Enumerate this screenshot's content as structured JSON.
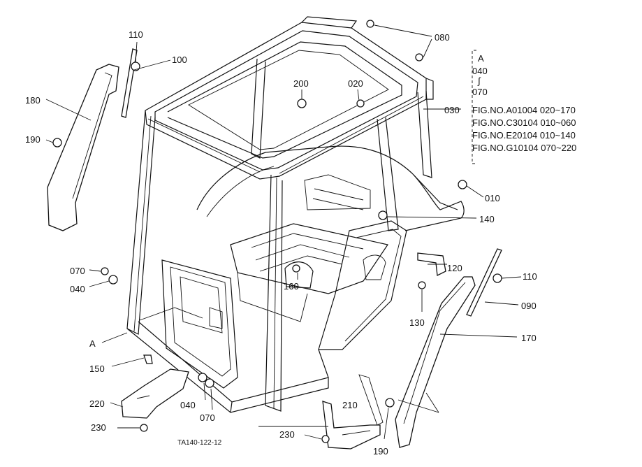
{
  "figure_code": "TA140-122-12",
  "ref_block": {
    "letter": "A",
    "start": "040",
    "tilde": "∫",
    "end": "070",
    "lead_label": "030",
    "lines": [
      "FIG.NO.A01004  020~170",
      "FIG.NO.C30104  010~060",
      "FIG.NO.E20104  010~140",
      "FIG.NO.G10104  070~220"
    ]
  },
  "callouts": {
    "c110_top": "110",
    "c100": "100",
    "c180": "180",
    "c190_left": "190",
    "c200": "200",
    "c020": "020",
    "c080": "080",
    "c010": "010",
    "c140": "140",
    "c120": "120",
    "c110_right": "110",
    "c090": "090",
    "c070_left": "070",
    "c040_left": "040",
    "c160": "160",
    "c130": "130",
    "c170": "170",
    "cA": "A",
    "c150": "150",
    "c220": "220",
    "c040_bottom": "040",
    "c070_bottom": "070",
    "c230_left": "230",
    "c210": "210",
    "c230_bottom": "230",
    "c190_bottom": "190"
  }
}
